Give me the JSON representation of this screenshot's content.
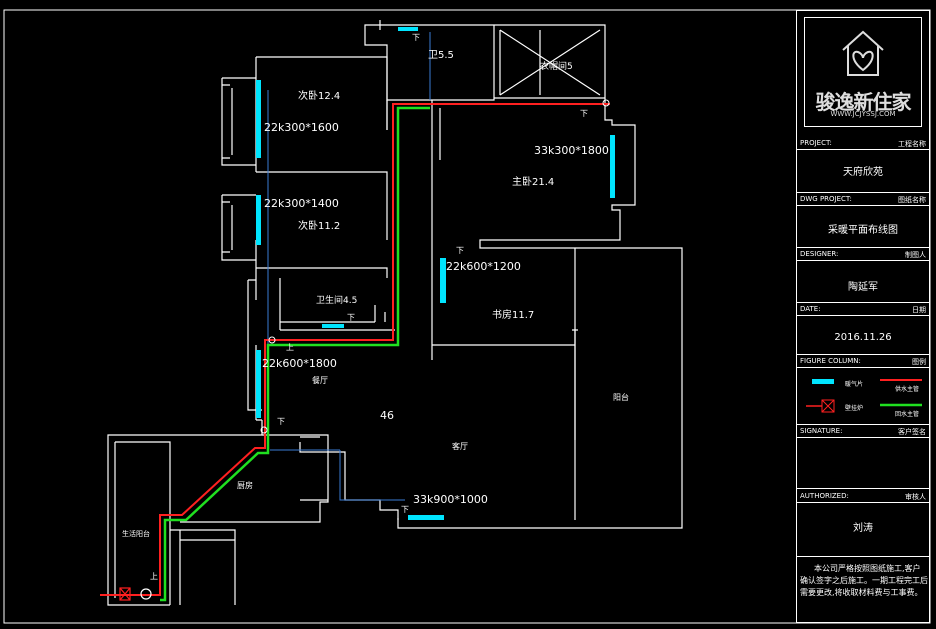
{
  "plan": {
    "rooms": {
      "bedroom2a": "次卧12.4",
      "bedroom2b": "次卧11.2",
      "bathroom_small": "卫5.5",
      "cloakroom": "衣帽间5",
      "master_bedroom": "主卧21.4",
      "bathroom": "卫生间4.5",
      "study": "书房11.7",
      "dining": "餐厅",
      "living": "客厅",
      "living_area": "46",
      "kitchen": "厨房",
      "balcony": "阳台",
      "laundry_balcony": "生活阳台"
    },
    "radiators": {
      "r1": "22k300*1600",
      "r2": "22k300*1400",
      "r3": "33k300*1800",
      "r4": "22k600*1200",
      "r5": "22k600*1800",
      "r6": "33k900*1000"
    },
    "pipe_marks": {
      "down": "下",
      "up": "上"
    },
    "colors": {
      "supply": "#ff2020",
      "return": "#20e020",
      "radiator": "#00e5ff",
      "wall": "#ffffff",
      "aux": "#3a7bd5"
    }
  },
  "title_block": {
    "logo": {
      "text": "骏逸新住家",
      "url": "WWW.JCJYSSJ.COM",
      "icon": "house-heart-icon"
    },
    "project_en": "PROJECT:",
    "project_cn": "工程名称",
    "project_value": "天府欣苑",
    "dwg_en": "DWG PROJECT:",
    "dwg_cn": "图纸名称",
    "dwg_value": "采暖平面布线图",
    "designer_en": "DESIGNER:",
    "designer_cn": "制图人",
    "designer_value": "陶延军",
    "date_en": "DATE:",
    "date_cn": "日期",
    "date_value": "2016.11.26",
    "figure_en": "FIGURE COLUMN:",
    "figure_cn": "图例",
    "legend": {
      "radiator": "暖气片",
      "supply": "供水主管",
      "valve": "壁挂炉",
      "return": "回水主管"
    },
    "signature_en": "SIGNATURE:",
    "signature_cn": "客户签名",
    "authorized_en": "AUTHORIZED:",
    "authorized_cn": "审核人",
    "authorized_value": "刘涛",
    "notes": "本公司严格按照图纸施工,客户确认签字之后施工。一期工程完工后需要更改,将收取材料费与工事费。"
  }
}
